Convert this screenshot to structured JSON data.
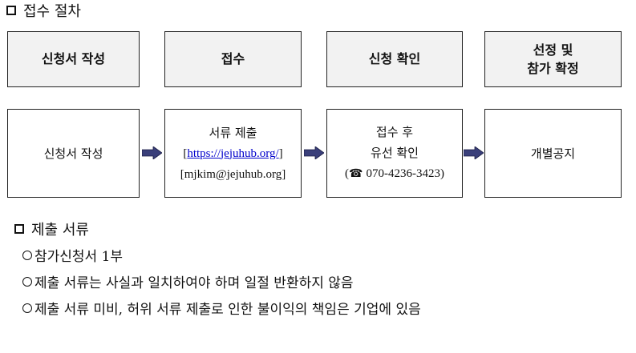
{
  "section1": {
    "title": "접수 절차"
  },
  "steps": [
    {
      "header_lines": [
        "신청서 작성"
      ],
      "detail": [
        "신청서 작성"
      ]
    },
    {
      "header_lines": [
        "접수"
      ],
      "detail_line1": "서류 제출",
      "link_open": "[",
      "link": "https://jejuhub.org/",
      "link_close": "]",
      "email": "[mjkim@jejuhub.org]"
    },
    {
      "header_lines": [
        "신청 확인"
      ],
      "detail_line1": "접수 후",
      "detail_line2": "유선 확인",
      "phone_open": "(",
      "phone_icon": "☎",
      "phone": "070-4236-3423)"
    },
    {
      "header_lines": [
        "선정 및",
        "참가 확정"
      ],
      "detail": [
        "개별공지"
      ]
    }
  ],
  "section2": {
    "title": "제출 서류",
    "items": [
      "참가신청서 1부",
      "제출 서류는 사실과 일치하여야 하며 일절 반환하지 않음",
      "제출 서류 미비, 허위 서류 제출로 인한 불이익의 책임은 기업에 있음"
    ]
  },
  "colors": {
    "arrow": "#3a3f7a",
    "header_bg": "#f2f2f2",
    "link": "#0000cc"
  }
}
